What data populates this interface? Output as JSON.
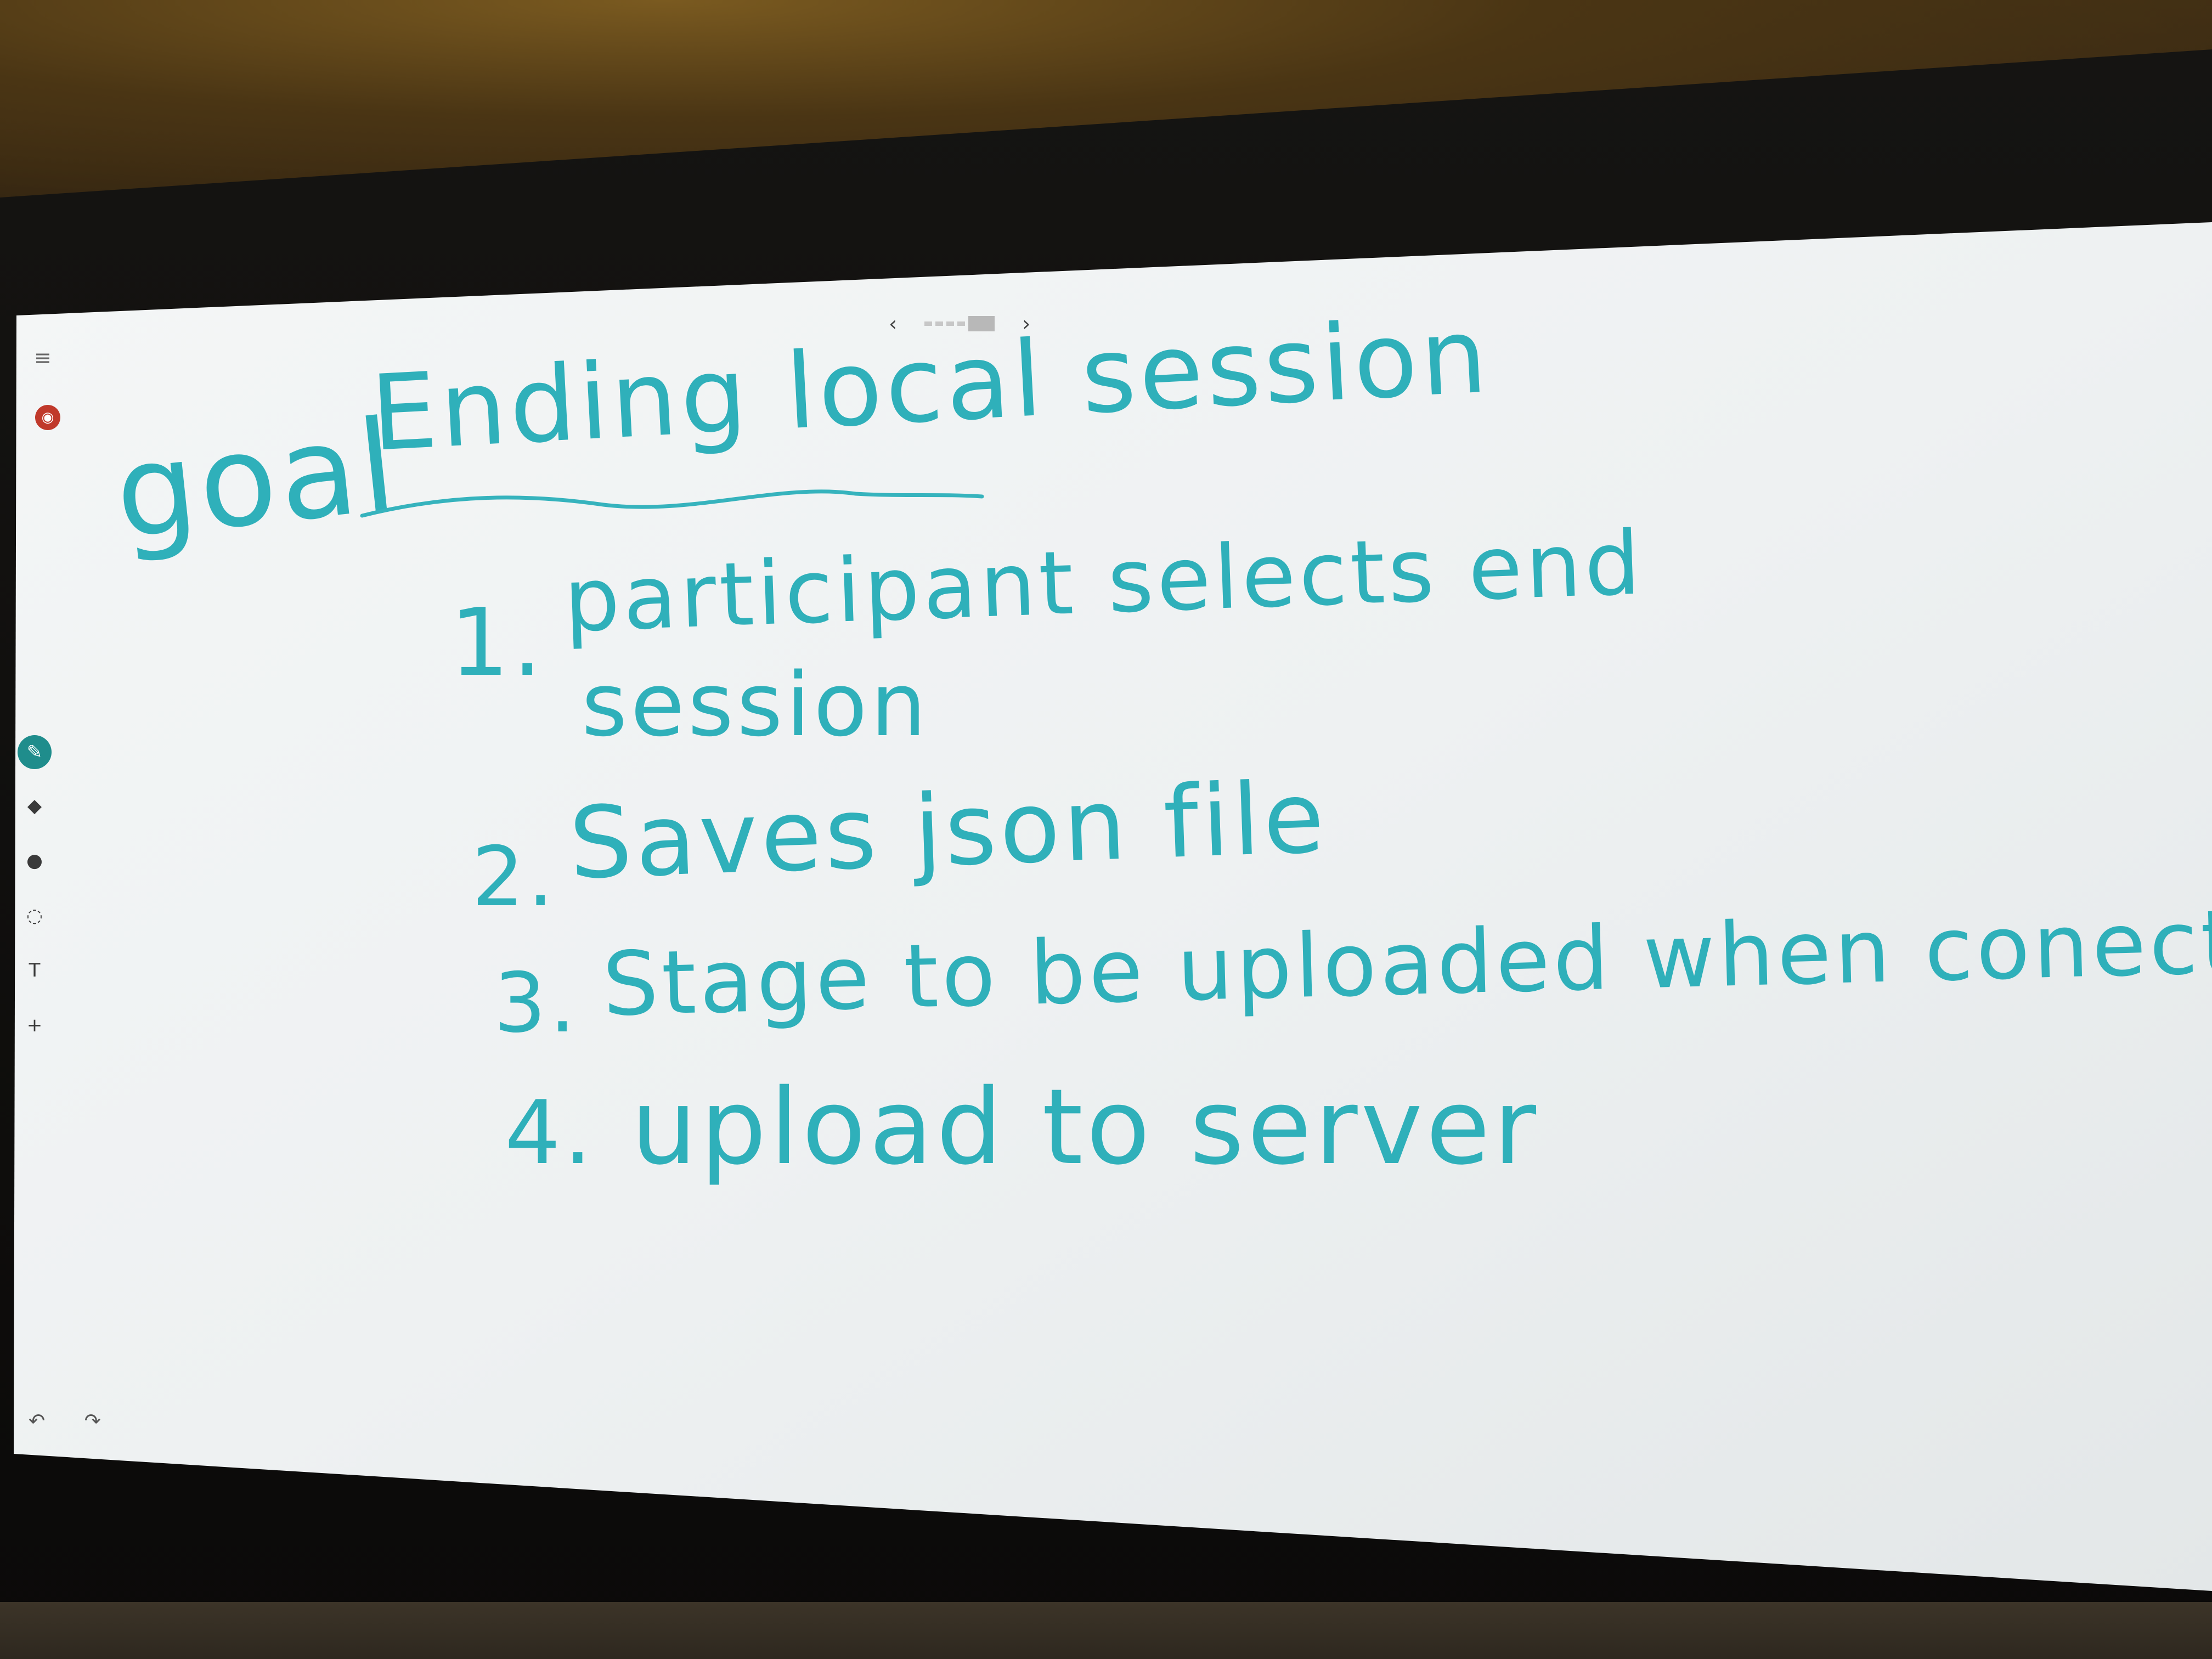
{
  "app": {
    "menu_icon": "hamburger-menu-icon",
    "avatar_icon": "user-avatar-icon",
    "accent_color": "#1f8d8c",
    "ink_color": "#36b3bd"
  },
  "nav": {
    "prev_icon": "chevron-left-icon",
    "next_icon": "chevron-right-icon",
    "prev_glyph": "‹",
    "next_glyph": "›"
  },
  "toolbar": {
    "tools": [
      {
        "name": "pen",
        "icon": "pen-icon",
        "glyph": "✎",
        "active": true
      },
      {
        "name": "eraser",
        "icon": "eraser-icon",
        "glyph": "◆",
        "active": false
      },
      {
        "name": "palette",
        "icon": "palette-icon",
        "glyph": "●",
        "active": false
      },
      {
        "name": "lasso",
        "icon": "lasso-select-icon",
        "glyph": "◌",
        "active": false
      },
      {
        "name": "text",
        "icon": "text-box-icon",
        "glyph": "T",
        "active": false
      },
      {
        "name": "add",
        "icon": "plus-icon",
        "glyph": "+",
        "active": false
      }
    ],
    "undo_icon": "undo-icon",
    "redo_icon": "redo-icon",
    "undo_glyph": "↶",
    "redo_glyph": "↷"
  },
  "whiteboard": {
    "label": "goal",
    "title": "Ending local session",
    "steps": [
      {
        "number": "1.",
        "text": "participant selects end",
        "continuation": "session"
      },
      {
        "number": "2.",
        "text": "Saves json file"
      },
      {
        "number": "3.",
        "text": "Stage to be uploaded when conected"
      },
      {
        "number": "4.",
        "text": "upload to server"
      }
    ]
  }
}
